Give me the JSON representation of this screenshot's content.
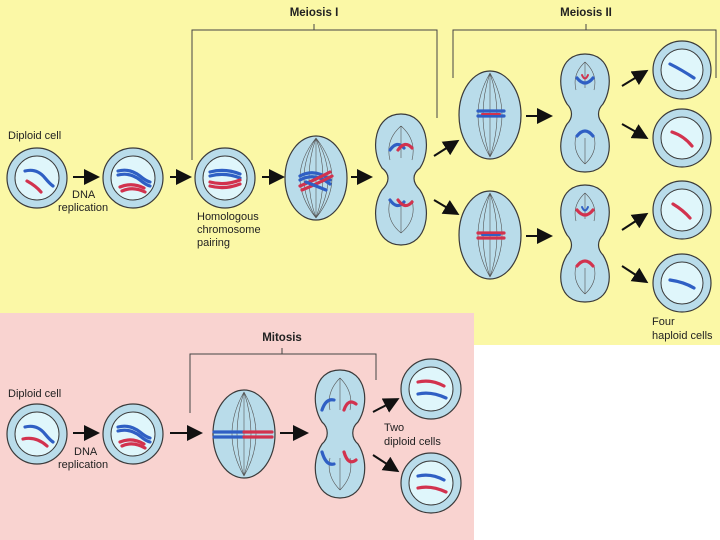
{
  "meiosis": {
    "title": "Meiosis I",
    "title2": "Meiosis II",
    "diploid_label": "Diploid cell",
    "dna_rep_1": "DNA",
    "dna_rep_2": "replication",
    "pairing_1": "Homologous",
    "pairing_2": "chromosome",
    "pairing_3": "pairing",
    "result_1": "Four",
    "result_2": "haploid cells",
    "bg_color": "#fbf8a6"
  },
  "mitosis": {
    "title": "Mitosis",
    "diploid_label": "Diploid cell",
    "dna_rep_1": "DNA",
    "dna_rep_2": "replication",
    "result_1": "Two",
    "result_2": "diploid cells",
    "bg_color": "#f9d3d0"
  },
  "colors": {
    "maternal": "#d2324e",
    "paternal": "#2f5fc4",
    "cell_fill": "#b9dcea"
  }
}
